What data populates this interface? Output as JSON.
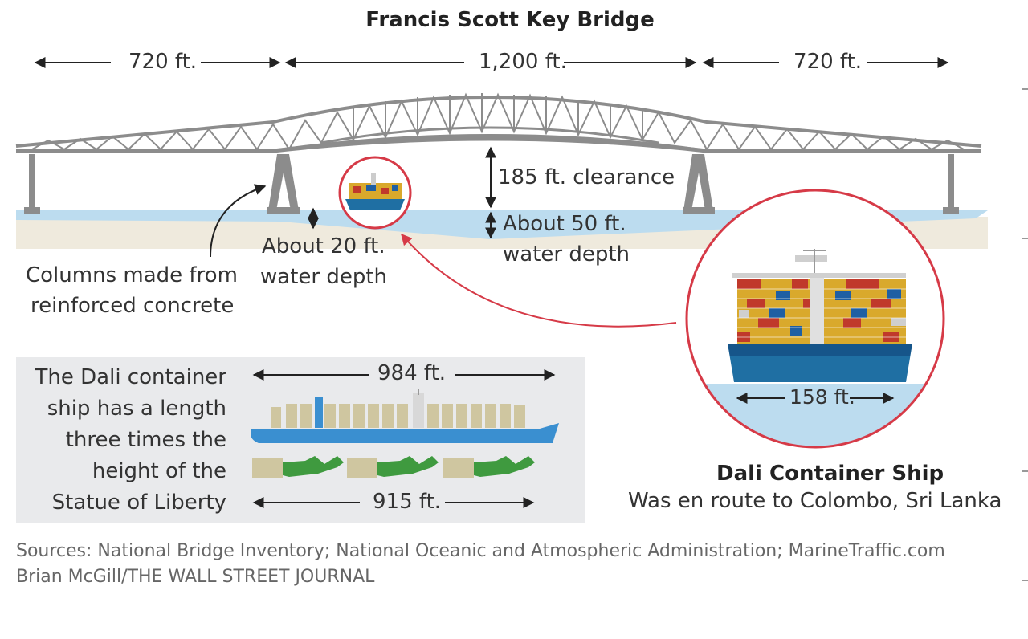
{
  "title": "Francis Scott Key Bridge",
  "spans": {
    "left": "720 ft.",
    "middle": "1,200 ft.",
    "right": "720 ft."
  },
  "clearance": "185 ft. clearance",
  "channel_depth": {
    "line1": "About 50 ft.",
    "line2": "water depth"
  },
  "shallow_depth": {
    "line1": "About 20 ft.",
    "line2": "water depth"
  },
  "columns_note": {
    "line1": "Columns made from",
    "line2": "reinforced concrete"
  },
  "comparison": {
    "lines": [
      "The Dali container",
      "ship has a length",
      "three times the",
      "height of the",
      "Statue of Liberty"
    ],
    "ship_length": "984 ft.",
    "statues_length": "915 ft."
  },
  "ship": {
    "width": "158 ft.",
    "title": "Dali Container Ship",
    "subtitle": "Was en route to Colombo, Sri Lanka"
  },
  "sources": "Sources: National Bridge Inventory; National Oceanic and Atmospheric Administration; MarineTraffic.com",
  "credit": "Brian McGill/THE WALL STREET JOURNAL",
  "colors": {
    "water": "#bcdcef",
    "ground": "#efeadd",
    "steel": "#8c8c8c",
    "highlight": "#d63a47",
    "hull": "#1f6fa3",
    "panel": "#e9eaec"
  }
}
